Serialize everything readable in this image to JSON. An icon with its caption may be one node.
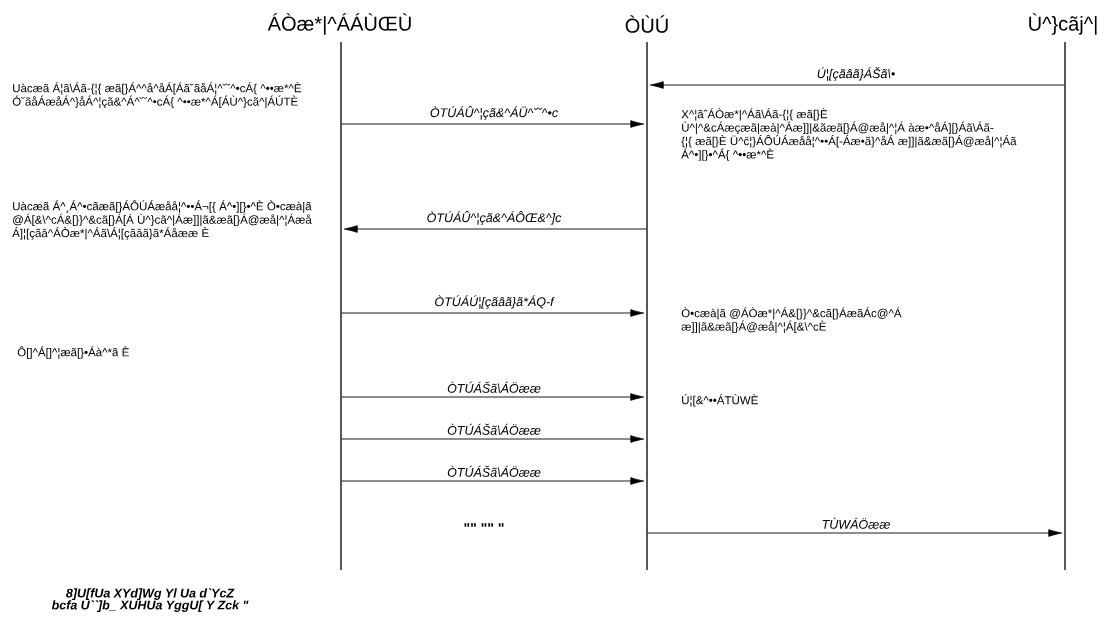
{
  "diagram": {
    "caption": "8]U[fUa XYd]Wg Yl Ua d`YcZ bcfa U``]b_ XUHUa YggU[ Y Zck \"",
    "nodes": [
      {
        "text": [
          "ÁÒæ*|^ÁÁÙŒÙ"
        ]
      },
      {
        "text": [
          "ÒÙÚ"
        ]
      },
      {
        "text": [
          "Ù^}cãj^|"
        ]
      },
      {
        "text": [],
        "shape": "bar"
      },
      {
        "text": [],
        "shape": "bar"
      },
      {
        "text": [],
        "shape": "bar"
      }
    ],
    "edges": [
      {
        "from": 5,
        "to": 4,
        "arrow": "to",
        "label": "Ú¦[çãâã}ÁŠã\\•"
      },
      {
        "from": 3,
        "to": 4,
        "arrow": "to",
        "label": "ÒTÚÁÛ^¦çã&^ÁÜ^˘˘^•c"
      },
      {
        "from": 4,
        "to": 3,
        "arrow": "to",
        "label": "ÒTÚÁÛ^¦çã&^ÁÔŒ&^]c"
      },
      {
        "from": 3,
        "to": 4,
        "arrow": "to",
        "label": "ÒTÚÁÚ¦[çãâã}ã*ÁQ-f"
      },
      {
        "from": 3,
        "to": 4,
        "arrow": "to",
        "label": "ÒTÚÁŠã\\ÁÖææ"
      },
      {
        "from": 3,
        "to": 4,
        "arrow": "to",
        "label": "ÒTÚÁŠã\\ÁÖææ"
      },
      {
        "from": 3,
        "to": 4,
        "arrow": "to",
        "label": "ÒTÚÁŠã\\ÁÖææ"
      },
      {
        "from": 4,
        "to": 5,
        "arrow": "to",
        "label": "TÙWÁÖææ"
      }
    ],
    "labels": [
      "Uàcæã Á¦ã\\Áã-{¦{ æã[}Á^^å^åÁ[Áã˘ãåÁ¦^˘˘^•cÁ{ ^••æ*^È Ó˘ãåÁæåÁ^}åÁ^¦çã&^Á^˘˘^•cÁ{ ^••æ*^Á[ÁÙ^}cã^|ÁÚTÈ",
      "X^¦ãˆÁÒæ*|^Áã\\Áã-{¦{ æã[}È Ù^|^&cÁæçæã|æà|^Áæ]]|&ãæã[}Á@æå|^¦Á àæ•^åÁ][}Áã\\Áã-{¦{ æã[}È Ü^č¦}ÁÔÚÁæåå¦^••Á[-Áæ•ã}^åÁ æ]]|ã&æã[}Á@æå|^¦Áã Á^•][}•^Á{ ^••æ*^È",
      "Uàcæã Á^¸Á^•cãæã[}ÁÔÚÁæåå¦^••Á¬[{ Á^•][}•^È Ò•cæà|ã @Á[&\\^cÁ&[}}^&cã[}Á[Á Ù^}cã^|Áæ]]|ã&æã[}Á@æå|^¦Áæå Á]¦[çãâ^ÁÒæ*|^Áã\\Á¦[çãâã}ã*Áåææ È",
      "Ò•cæà|ã @ÁÒæ*|^Á&[}}^&cã[}ÁæãÁc@^Á æ]]|ã&æã[}Á@æå|^¦Á[&\\^cÈ",
      "Ô[]^Á[]^¦æã[}•Áà^*ã È",
      "Ú¦[&^••ÁTÙWÈ",
      "\"\" \"\" \""
    ]
  }
}
